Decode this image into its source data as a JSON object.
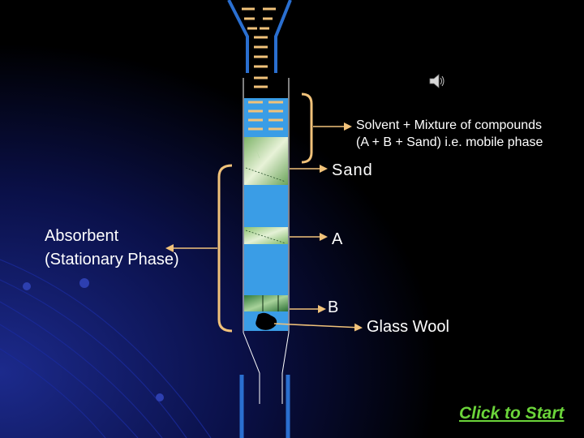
{
  "labels": {
    "solvent_line1": "Solvent + Mixture of compounds",
    "solvent_line2": "(A + B + Sand) i.e. mobile phase",
    "sand": "Sand",
    "a": "A",
    "b": "B",
    "glass_wool": "Glass Wool",
    "absorbent_line1": "Absorbent",
    "absorbent_line2": "(Stationary Phase)"
  },
  "start_link": "Click to Start",
  "icons": {
    "speaker": "speaker-icon"
  },
  "colors": {
    "background": "#000000",
    "column_fill": "#3a9de6",
    "funnel_outline": "#2a6fd0",
    "solvent_dash": "#f1c27a",
    "bracket": "#f1c27a",
    "link": "#6bd43a"
  }
}
